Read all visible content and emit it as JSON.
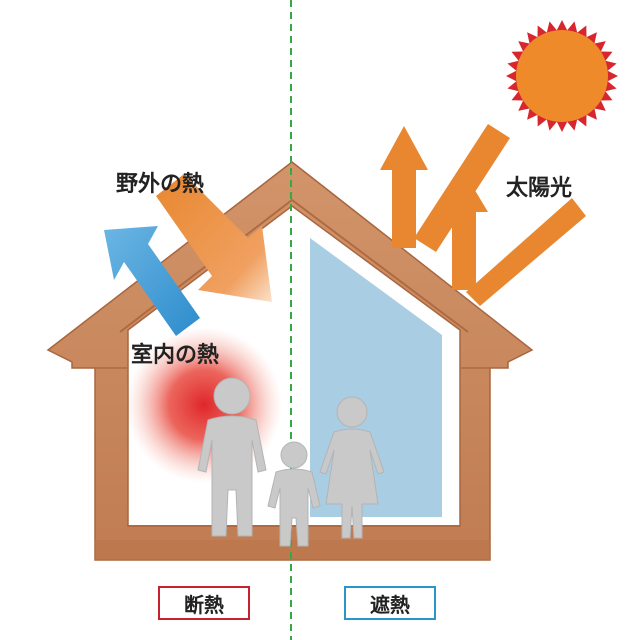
{
  "labels": {
    "outdoor_heat": "野外の熱",
    "indoor_heat": "室内の熱",
    "sunlight": "太陽光",
    "insulation": "断熱",
    "heat_shield": "遮熱"
  },
  "colors": {
    "wood": "#c98a5e",
    "wood_dark": "#b07048",
    "arrow_orange": "#e8872f",
    "arrow_blue": "#3c9ad4",
    "glass_blue": "#a8cce2",
    "sun_orange": "#ee8a2a",
    "sun_red": "#d8262e",
    "divider_green": "#3aa648",
    "insulation_border": "#c8202e",
    "heat_shield_border": "#2a96c8",
    "person_gray": "#c9c9c9"
  },
  "icons": {
    "sun": "sun-icon",
    "family": "family-icon"
  }
}
